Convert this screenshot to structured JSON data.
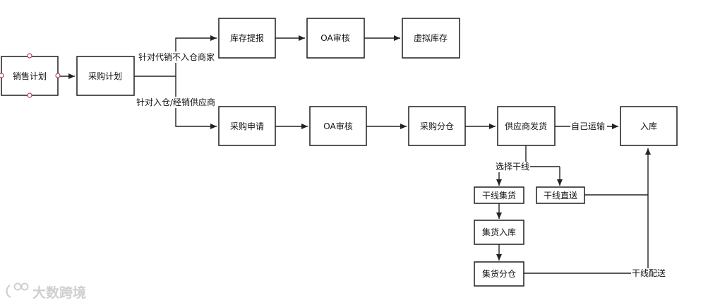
{
  "nodes": {
    "sales_plan": "销售计划",
    "purchase_plan": "采购计划",
    "stock_report": "库存提报",
    "oa_review_top": "OA审核",
    "virtual_stock": "虚拟库存",
    "purchase_request": "采购申请",
    "oa_review_mid": "OA审核",
    "purchase_split": "采购分仓",
    "supplier_ship": "供应商发货",
    "inbound": "入库",
    "trunk_consolidate": "干线集货",
    "trunk_direct": "干线直送",
    "consolidate_inbound": "集货入库",
    "consolidate_split": "集货分仓"
  },
  "edge_labels": {
    "consignment_branch": "针对代销不入仓商家",
    "stocked_branch": "针对入仓/经销供应商",
    "self_transport": "自己运输",
    "choose_trunk": "选择干线",
    "trunk_delivery": "干线配送"
  },
  "watermark": "大数跨境",
  "colors": {
    "stroke": "#1f1f1f",
    "handle": "#b04060",
    "watermark": "#cfcfcf"
  }
}
